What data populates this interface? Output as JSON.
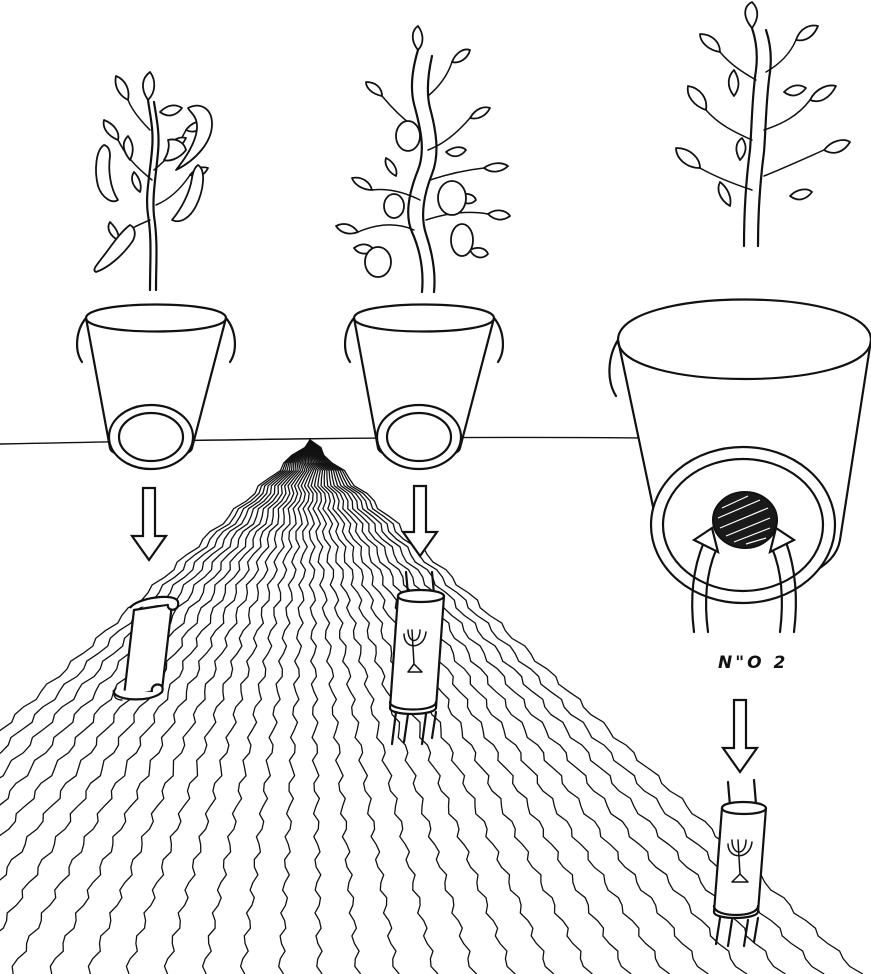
{
  "illustration": {
    "panels": [
      {
        "plant": "pepper-plant",
        "beneath": "scroll"
      },
      {
        "plant": "lemon-tree",
        "beneath": "torah-scroll"
      },
      {
        "plant": "leafy-plant",
        "beneath": "torah-scroll"
      }
    ],
    "pot_base_label": "N\"O 2",
    "colors": {
      "ink": "#111111",
      "paper": "#ffffff"
    }
  }
}
